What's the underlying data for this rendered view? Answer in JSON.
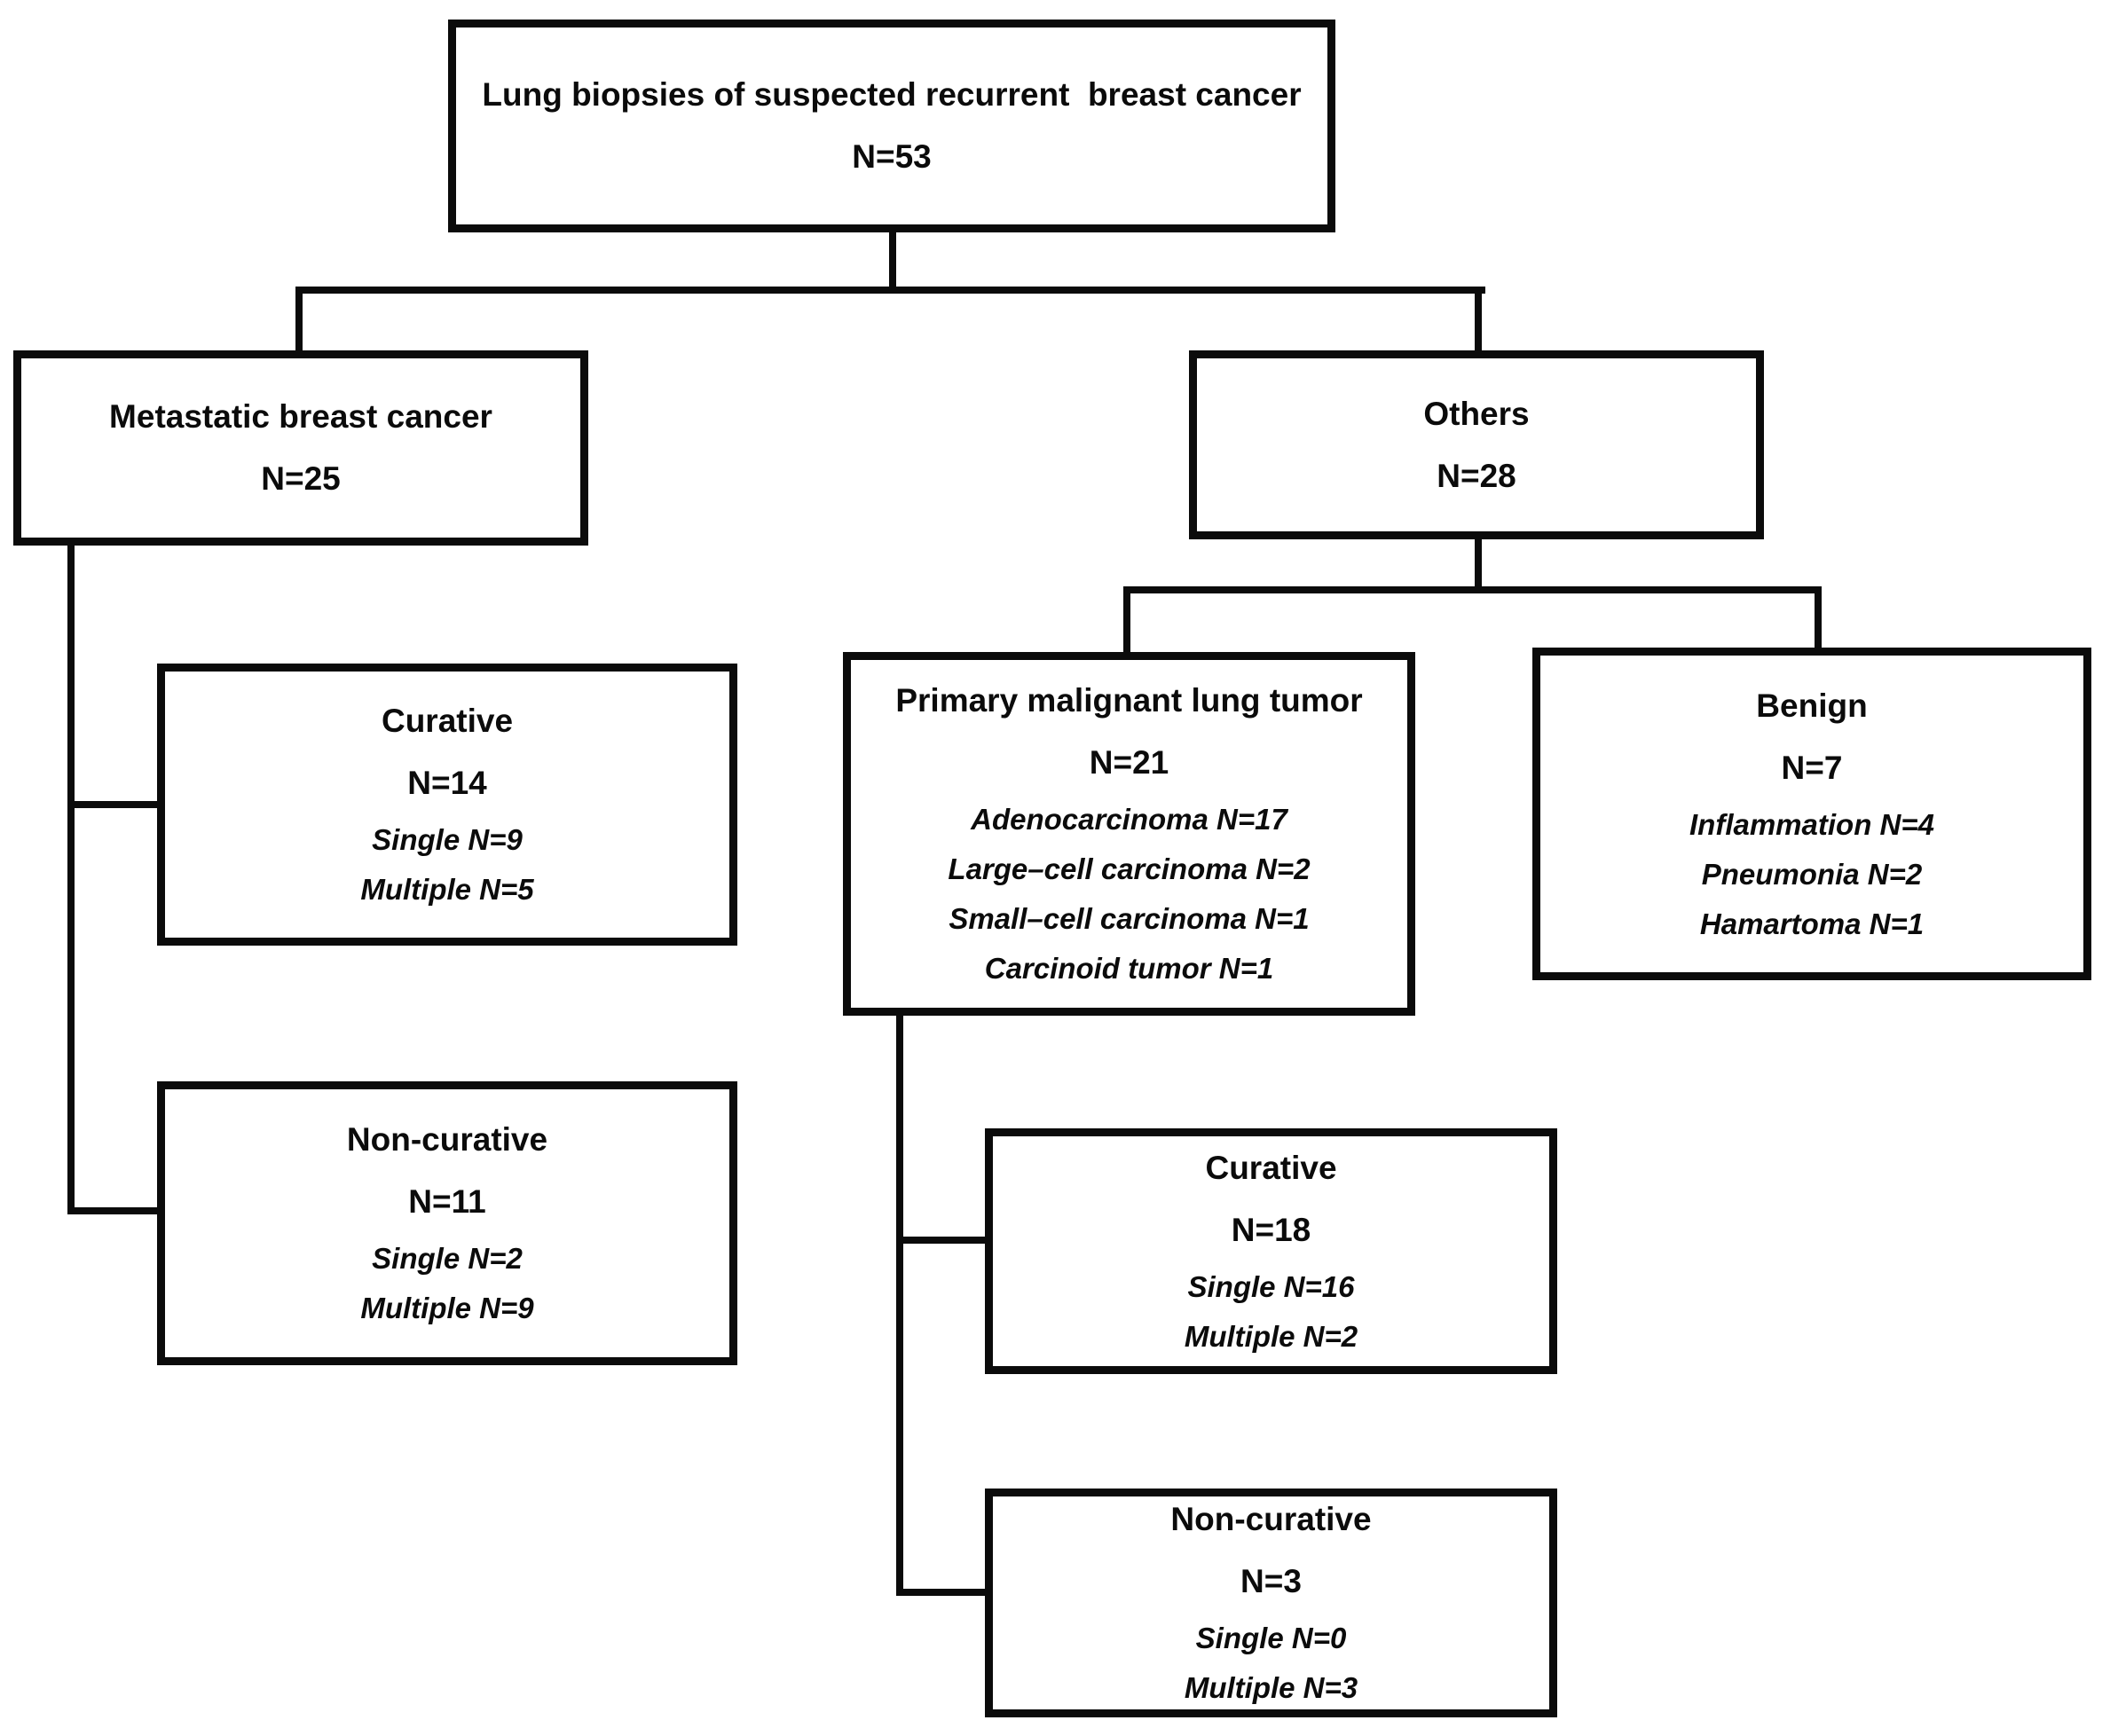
{
  "styles": {
    "line_color": "#0b0b0b",
    "box_fill": "#ffffff",
    "text_color": "#0b0b0b",
    "background": "#ffffff"
  },
  "nodes": {
    "root": {
      "title": "Lung biopsies of suspected recurrent  breast cancer",
      "count": "N=53"
    },
    "metastatic": {
      "title": "Metastatic breast cancer",
      "count": "N=25"
    },
    "others": {
      "title": "Others",
      "count": "N=28"
    },
    "curative_metastatic": {
      "title": "Curative",
      "count": "N=14",
      "details": [
        "Single N=9",
        "Multiple N=5"
      ]
    },
    "noncurative_metastatic": {
      "title": "Non-curative",
      "count": "N=11",
      "details": [
        "Single N=2",
        "Multiple N=9"
      ]
    },
    "primary_malignant": {
      "title": "Primary malignant lung tumor",
      "count": "N=21",
      "details": [
        "Adenocarcinoma N=17",
        "Large–cell carcinoma N=2",
        "Small–cell carcinoma N=1",
        "Carcinoid tumor N=1"
      ]
    },
    "benign": {
      "title": "Benign",
      "count": "N=7",
      "details": [
        "Inflammation N=4",
        "Pneumonia N=2",
        "Hamartoma N=1"
      ]
    },
    "curative_primary": {
      "title": "Curative",
      "count": "N=18",
      "details": [
        "Single N=16",
        "Multiple N=2"
      ]
    },
    "noncurative_primary": {
      "title": "Non-curative",
      "count": "N=3",
      "details": [
        "Single N=0",
        "Multiple N=3"
      ]
    }
  }
}
